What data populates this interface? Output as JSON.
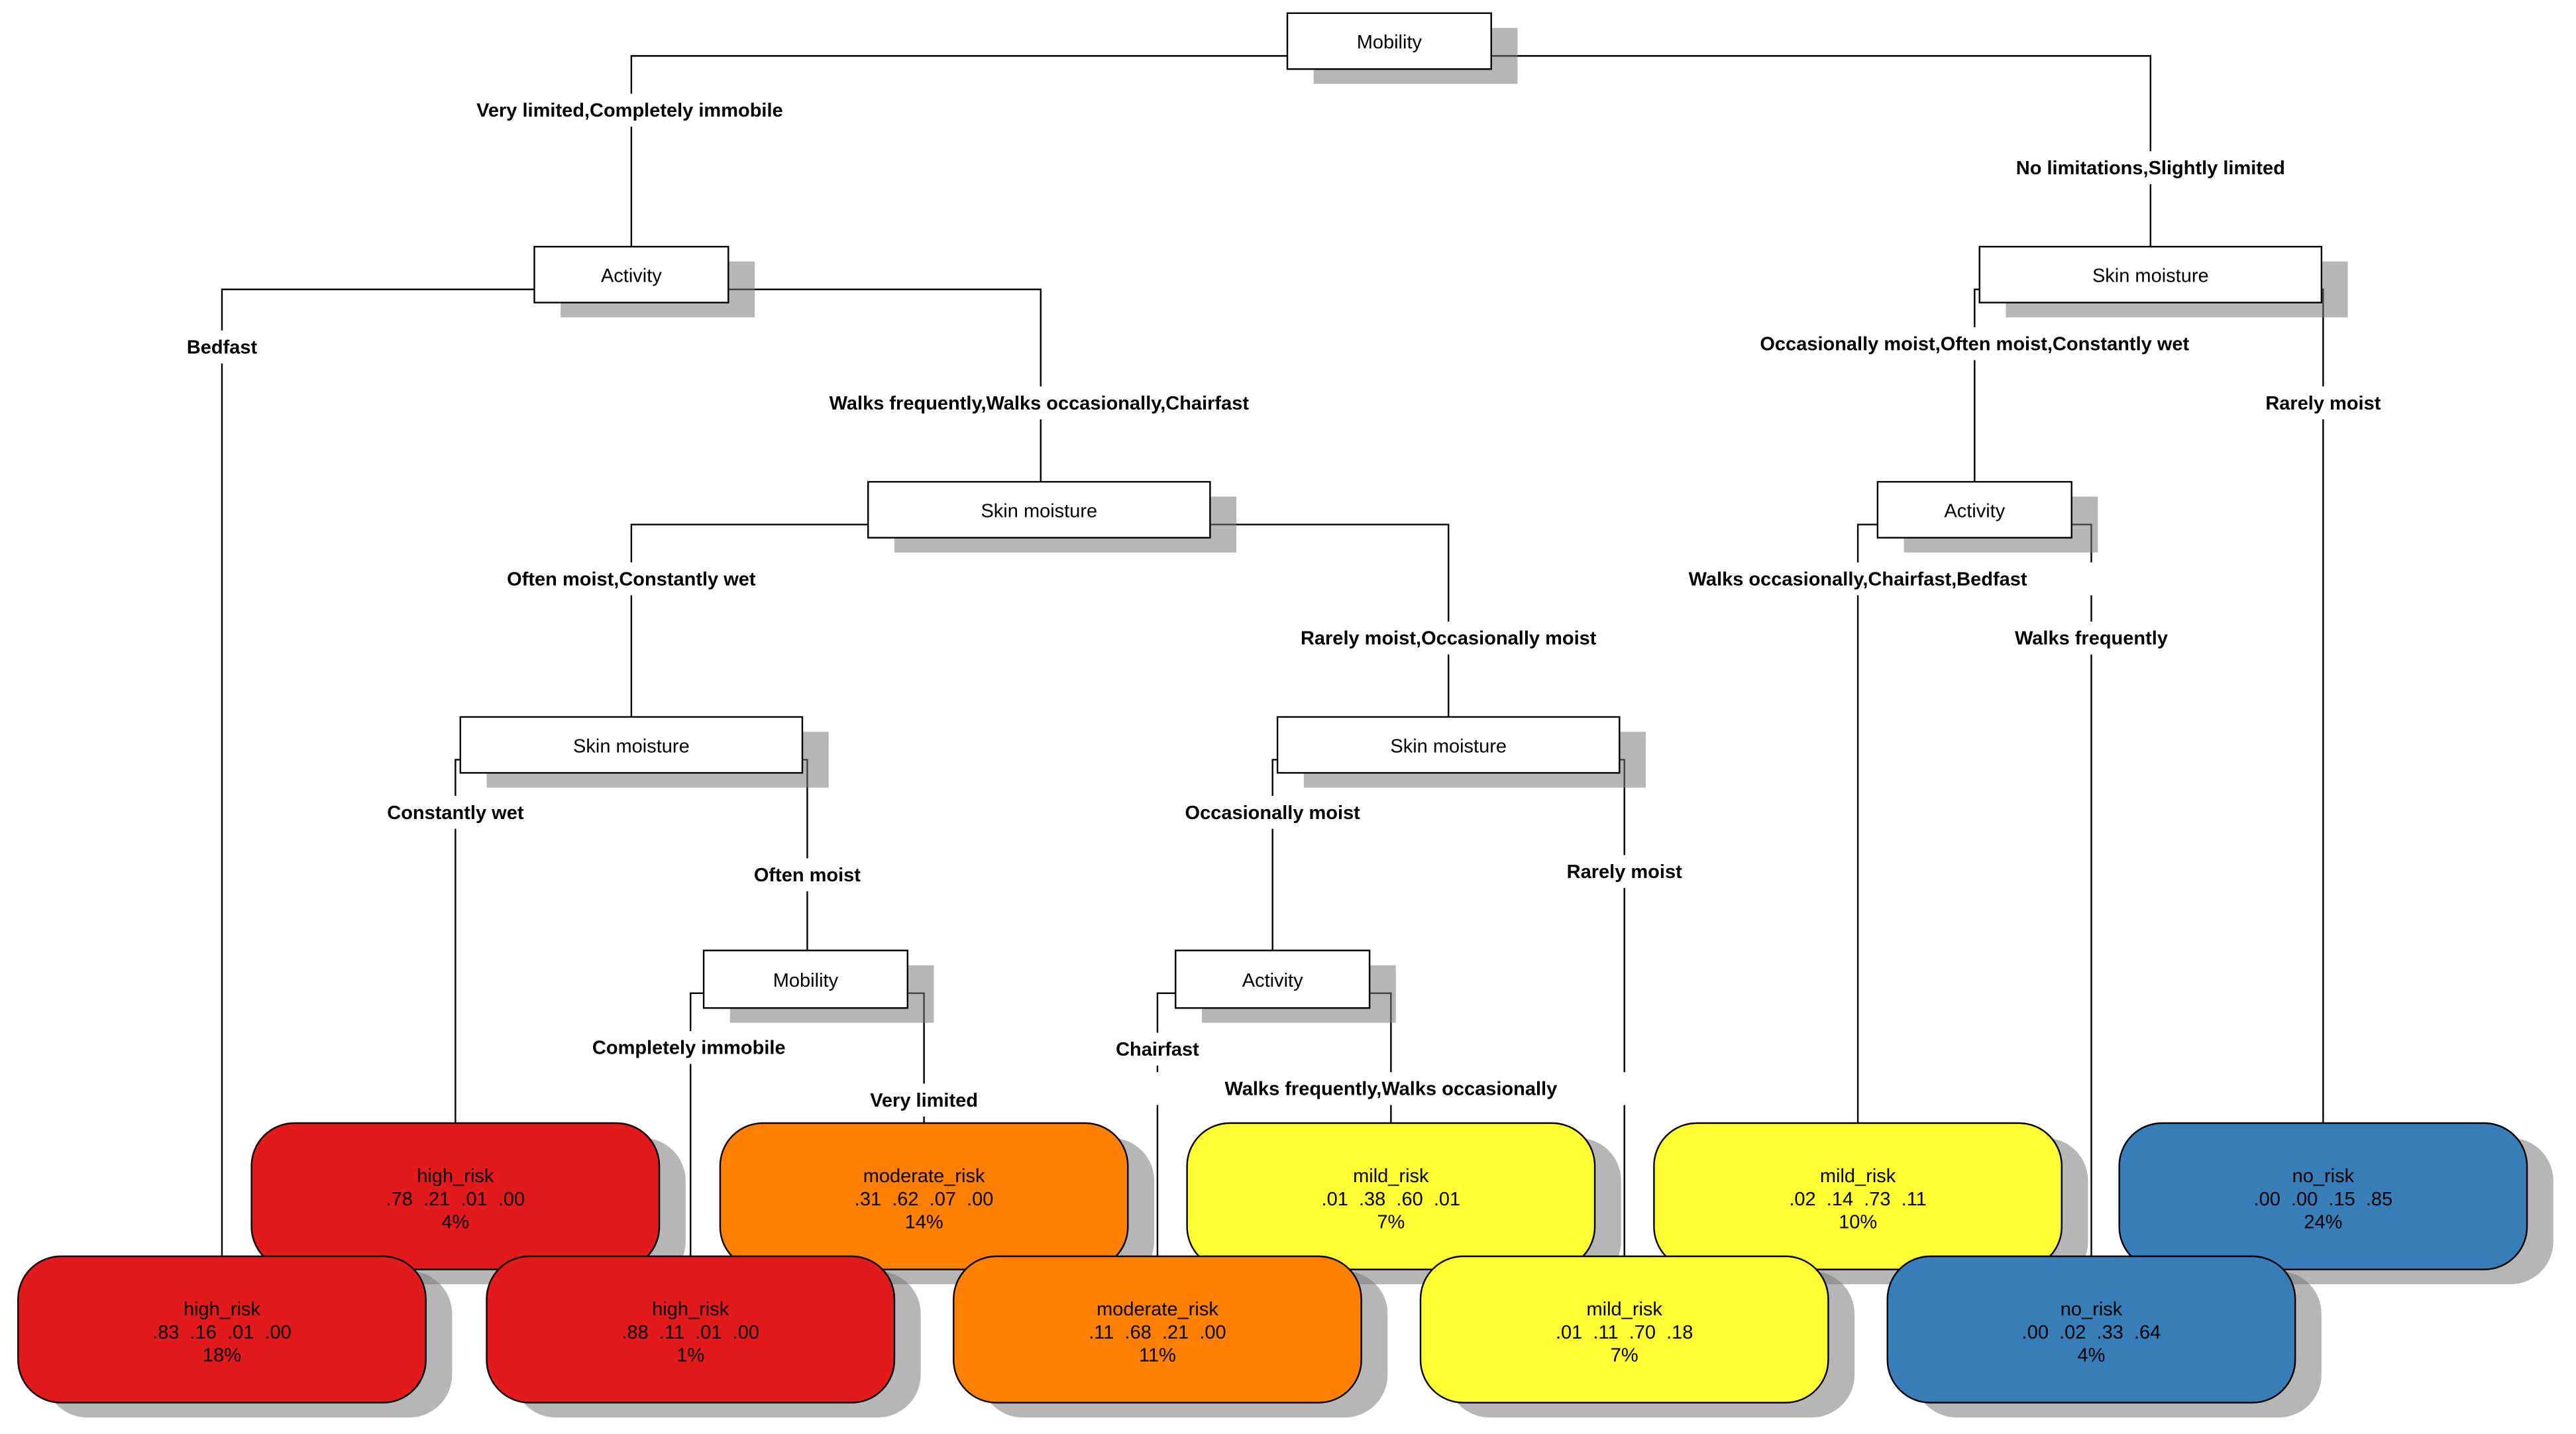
{
  "colors": {
    "high_risk": "#e31a1c",
    "moderate_risk": "#ff7f00",
    "mild_risk": "#ffff33",
    "no_risk": "#377eb8",
    "split_fill": "#ffffff",
    "line": "#000000"
  },
  "splits": {
    "root": "Mobility",
    "activity_left": "Activity",
    "skin_moisture_right": "Skin moisture",
    "skin_moisture_mid": "Skin moisture",
    "activity_right": "Activity",
    "skin_moisture_wet": "Skin moisture",
    "skin_moisture_rare": "Skin moisture",
    "mobility_lower": "Mobility",
    "activity_lower": "Activity"
  },
  "edges": {
    "root_left": "Very limited,Completely immobile",
    "root_right": "No limitations,Slightly limited",
    "activity_left_bedfast": "Bedfast",
    "activity_left_walks": "Walks frequently,Walks occasionally,Chairfast",
    "skin_right_moist": "Occasionally moist,Often moist,Constantly wet",
    "skin_right_rarely": "Rarely moist",
    "skin_mid_often": "Often moist,Constantly wet",
    "skin_mid_rarely": "Rarely moist,Occasionally moist",
    "activity_right_occ": "Walks occasionally,Chairfast,Bedfast",
    "activity_right_freq": "Walks frequently",
    "skin_wet_constantly": "Constantly wet",
    "skin_wet_often": "Often moist",
    "skin_rare_occ": "Occasionally moist",
    "skin_rare_rarely": "Rarely moist",
    "mobility_immobile": "Completely immobile",
    "mobility_very_limited": "Very limited",
    "activity_chairfast": "Chairfast",
    "activity_walks": "Walks frequently,Walks occasionally"
  },
  "leaves": [
    {
      "id": "leaf1",
      "class": "high_risk",
      "probs": ".83  .16  .01  .00",
      "pct": "18%"
    },
    {
      "id": "leaf2",
      "class": "high_risk",
      "probs": ".78  .21  .01  .00",
      "pct": "4%"
    },
    {
      "id": "leaf3",
      "class": "high_risk",
      "probs": ".88  .11  .01  .00",
      "pct": "1%"
    },
    {
      "id": "leaf4",
      "class": "moderate_risk",
      "probs": ".31  .62  .07  .00",
      "pct": "14%"
    },
    {
      "id": "leaf5",
      "class": "moderate_risk",
      "probs": ".11  .68  .21  .00",
      "pct": "11%"
    },
    {
      "id": "leaf6",
      "class": "mild_risk",
      "probs": ".01  .38  .60  .01",
      "pct": "7%"
    },
    {
      "id": "leaf7",
      "class": "mild_risk",
      "probs": ".01  .11  .70  .18",
      "pct": "7%"
    },
    {
      "id": "leaf8",
      "class": "mild_risk",
      "probs": ".02  .14  .73  .11",
      "pct": "10%"
    },
    {
      "id": "leaf9",
      "class": "no_risk",
      "probs": ".00  .02  .33  .64",
      "pct": "4%"
    },
    {
      "id": "leaf10",
      "class": "no_risk",
      "probs": ".00  .00  .15  .85",
      "pct": "24%"
    }
  ]
}
